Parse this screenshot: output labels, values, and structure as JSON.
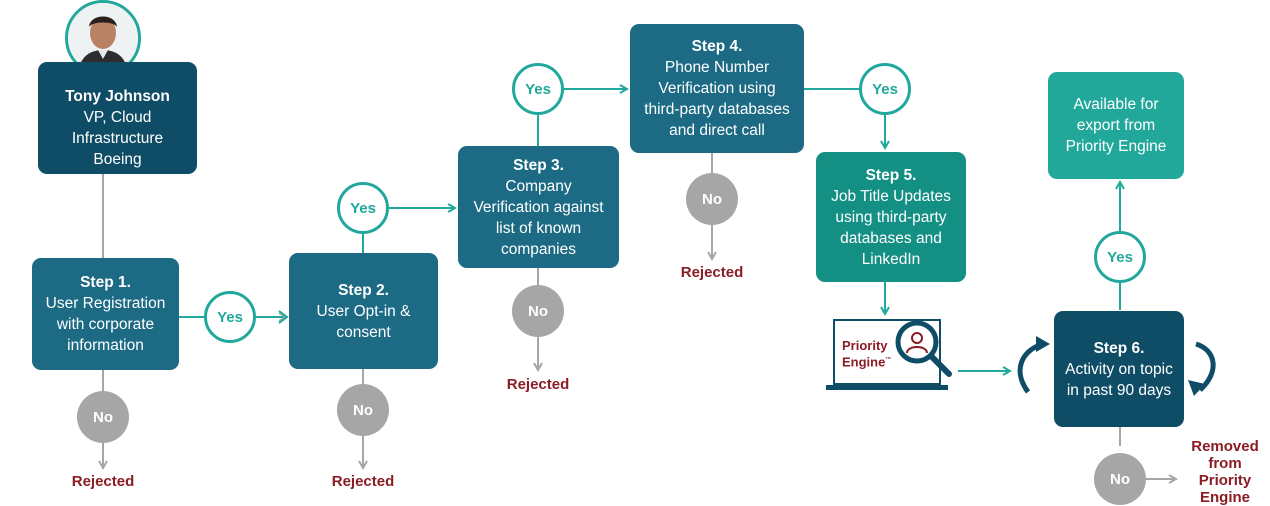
{
  "colors": {
    "teal": "#21a89c",
    "navy": "#0f4d66",
    "blue": "#1c6a84",
    "green": "#138f84",
    "lightgreen": "#22a89b",
    "no_gray": "#a6a6a6",
    "rejected": "#8a1c24"
  },
  "person": {
    "name": "Tony Johnson",
    "title": "VP, Cloud Infrastructure",
    "company": "Boeing"
  },
  "steps": {
    "s1": {
      "title": "Step 1.",
      "body": [
        "User Registration",
        "with corporate",
        "information"
      ]
    },
    "s2": {
      "title": "Step 2.",
      "body": [
        "User Opt-in &",
        "consent"
      ]
    },
    "s3": {
      "title": "Step 3.",
      "body": [
        "Company",
        "Verification against",
        "list of known",
        "companies"
      ]
    },
    "s4": {
      "title": "Step 4.",
      "body": [
        "Phone Number",
        "Verification using",
        "third-party databases",
        "and direct call"
      ]
    },
    "s5": {
      "title": "Step 5.",
      "body": [
        "Job Title Updates",
        "using third-party",
        "databases and",
        "LinkedIn"
      ]
    },
    "s6": {
      "title": "Step 6.",
      "body": [
        "Activity on topic",
        "in past 90 days"
      ]
    }
  },
  "available": [
    "Available for",
    "export from",
    "Priority Engine"
  ],
  "labels": {
    "yes": "Yes",
    "no": "No",
    "rejected": "Rejected"
  },
  "removed": [
    "Removed",
    "from",
    "Priority",
    "Engine"
  ],
  "laptop": {
    "line1": "Priority",
    "line2": "Engine",
    "tm": "™",
    "icon": "magnifier-user-icon"
  }
}
